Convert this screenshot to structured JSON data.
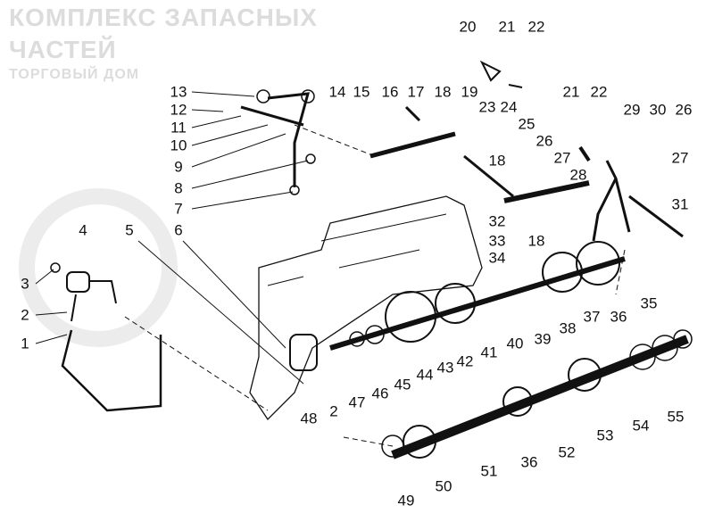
{
  "watermark": {
    "line1": "КОМПЛЕКС ЗАПАСНЫХ",
    "line2": "ЧАСТЕЙ",
    "line3": "ТОРГОВЫЙ ДОМ"
  },
  "labels": [
    "13",
    "12",
    "11",
    "10",
    "9",
    "8",
    "7",
    "14",
    "15",
    "16",
    "17",
    "18",
    "19",
    "20",
    "21",
    "22",
    "21",
    "22",
    "29",
    "30",
    "26",
    "23",
    "24",
    "25",
    "26",
    "27",
    "28",
    "18",
    "27",
    "31",
    "32",
    "33",
    "18",
    "34",
    "35",
    "36",
    "37",
    "38",
    "39",
    "40",
    "41",
    "42",
    "43",
    "44",
    "45",
    "46",
    "47",
    "2",
    "48",
    "6",
    "5",
    "4",
    "3",
    "2",
    "1",
    "55",
    "54",
    "53",
    "52",
    "36",
    "51",
    "50",
    "49"
  ]
}
